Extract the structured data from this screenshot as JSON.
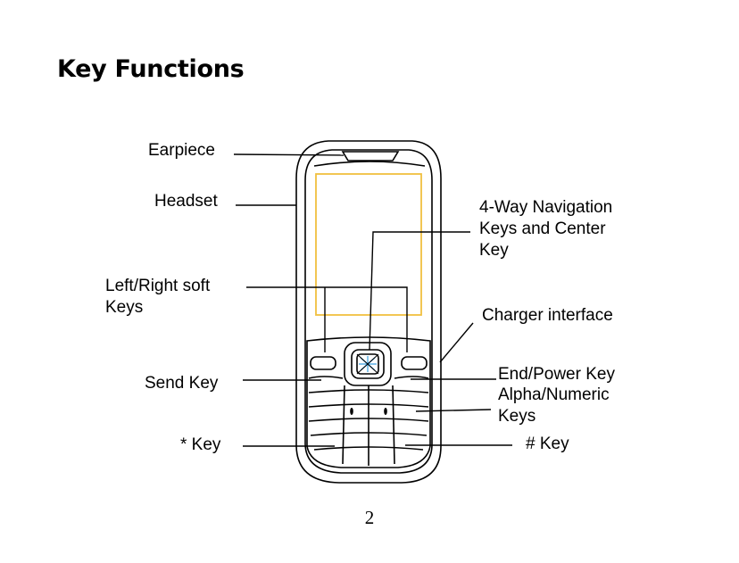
{
  "page": {
    "title": "Key Functions",
    "page_number": "2"
  },
  "callouts": {
    "earpiece": "Earpiece",
    "headset": "Headset",
    "soft_keys_line1": "Left/Right soft",
    "soft_keys_line2": "Keys",
    "send_key": "Send Key",
    "star_key": "*  Key",
    "nav_keys_line1": "4-Way Navigation",
    "nav_keys_line2": "Keys and Center",
    "nav_keys_line3": "Key",
    "charger": "Charger interface",
    "end_power": "End/Power Key",
    "alpha_line1": "Alpha/Numeric",
    "alpha_line2": "Keys",
    "hash_key": "#  Key"
  },
  "colors": {
    "screen_border": "#f0c040",
    "nav_center": "#3aa0e0",
    "ink": "#000000"
  }
}
